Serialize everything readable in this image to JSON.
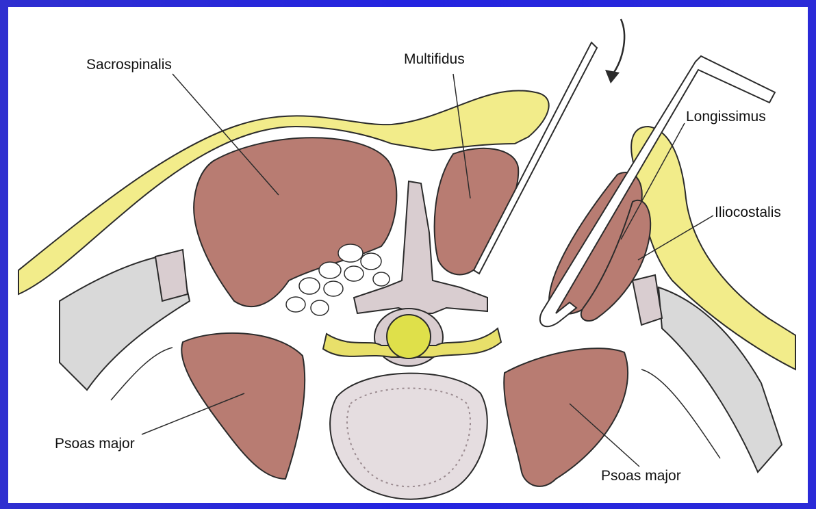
{
  "diagram": {
    "labels": {
      "sacrospinalis": "Sacrospinalis",
      "multifidus": "Multifidus",
      "longissimus": "Longissimus",
      "iliocostalis": "Iliocostalis",
      "psoas_left": "Psoas major",
      "psoas_right": "Psoas major"
    },
    "colors": {
      "frame": "#2424e0",
      "muscle": "#b87c72",
      "fat": "#f2ec8a",
      "bone": "#d9cdd0",
      "nerve": "#e8e06a",
      "outline": "#2b2b2b"
    },
    "icons": {
      "rotation_arrow": "curved-arrow-icon",
      "retractors": "retractor-icon"
    }
  }
}
